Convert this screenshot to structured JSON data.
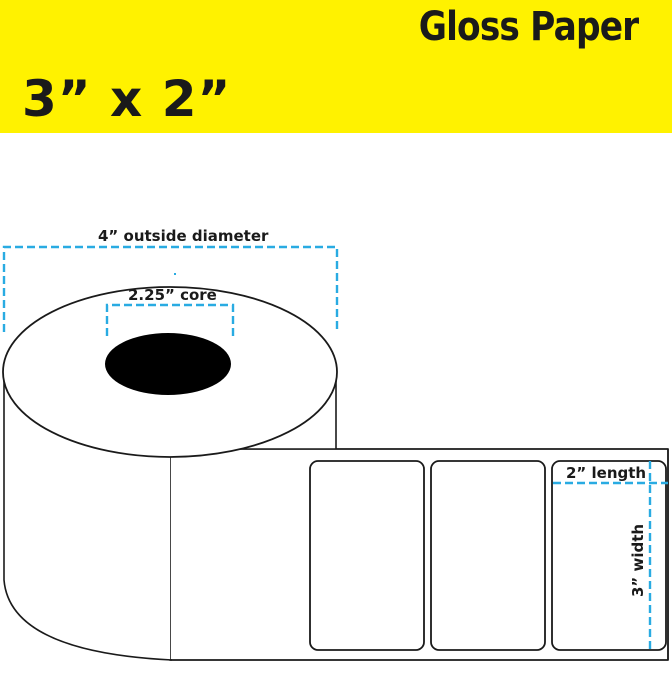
{
  "header": {
    "product_type": "Gloss Paper",
    "label_size": "3” x 2”"
  },
  "diagram": {
    "outside_diameter_label": "4” outside diameter",
    "core_label": "2.25” core",
    "length_label": "2” length",
    "width_label": "3” width",
    "label_count_shown": 3
  },
  "colors": {
    "banner": "#FFF200",
    "dimension_line": "#29ABE2",
    "outline": "#1a1a1a",
    "core": "#000000"
  }
}
